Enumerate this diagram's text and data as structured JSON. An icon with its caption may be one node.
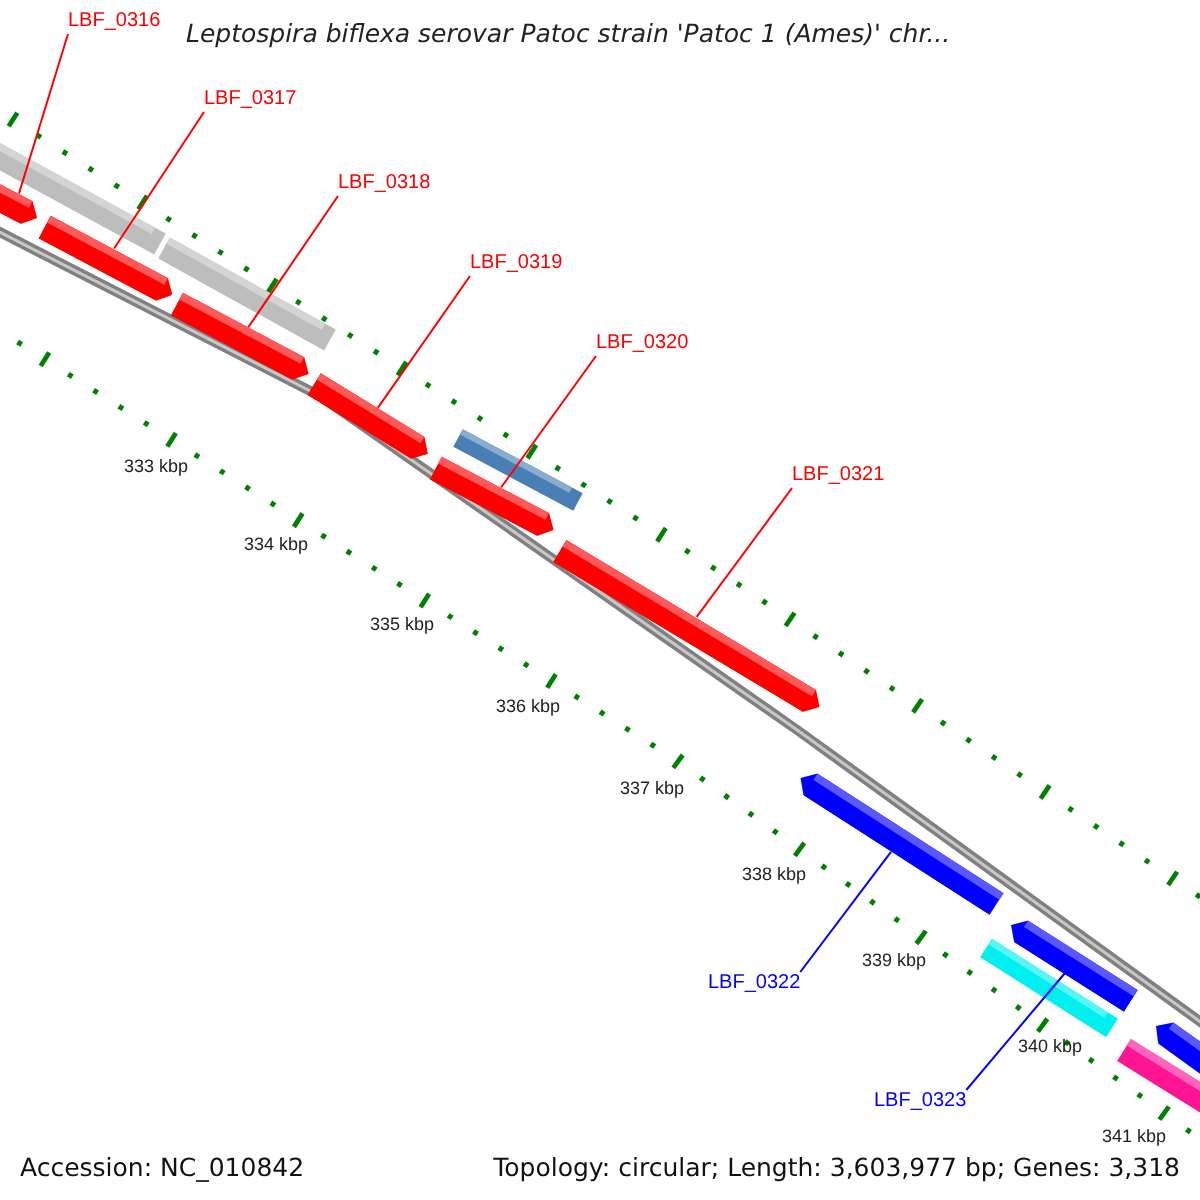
{
  "diagram": {
    "title": "Leptospira biflexa serovar Patoc strain 'Patoc 1 (Ames)' chr...",
    "nodes": [
      {
        "text": [
          "LBF_0316"
        ]
      },
      {
        "text": [
          "LBF_0317"
        ]
      },
      {
        "text": [
          "LBF_0318"
        ]
      },
      {
        "text": [
          "LBF_0319"
        ]
      },
      {
        "text": [
          "LBF_0320"
        ]
      },
      {
        "text": [
          "LBF_0321"
        ]
      },
      {
        "text": [
          "LBF_0322"
        ]
      },
      {
        "text": [
          "LBF_0323"
        ]
      },
      {
        "text": [],
        "shape": "bar"
      },
      {
        "text": [],
        "shape": "bar"
      },
      {
        "text": [],
        "shape": "bar"
      },
      {
        "text": [],
        "shape": "bar"
      },
      {
        "text": [],
        "shape": "bar"
      },
      {
        "text": [],
        "shape": "bar"
      },
      {
        "text": [],
        "shape": "bar"
      },
      {
        "text": [],
        "shape": "bar"
      }
    ],
    "edges": [
      {
        "from": 0,
        "to": 8,
        "arrow": "none"
      },
      {
        "from": 1,
        "to": 9,
        "arrow": "none"
      },
      {
        "from": 2,
        "to": 10,
        "arrow": "none"
      },
      {
        "from": 3,
        "to": 11,
        "arrow": "none"
      },
      {
        "from": 4,
        "to": 12,
        "arrow": "none"
      },
      {
        "from": 5,
        "to": 13,
        "arrow": "none"
      },
      {
        "from": 6,
        "to": 14,
        "arrow": "none",
        "color": "#0000ff"
      },
      {
        "from": 7,
        "to": 15,
        "arrow": "none",
        "color": "#0000ff"
      }
    ],
    "labels": [
      "333 kbp",
      "334 kbp",
      "335 kbp",
      "336 kbp",
      "337 kbp",
      "338 kbp",
      "339 kbp",
      "340 kbp",
      "341 kbp",
      "Accession: NC_010842",
      "Topology: circular; Length: 3,603,977 bp; Genes: 3,318"
    ]
  }
}
